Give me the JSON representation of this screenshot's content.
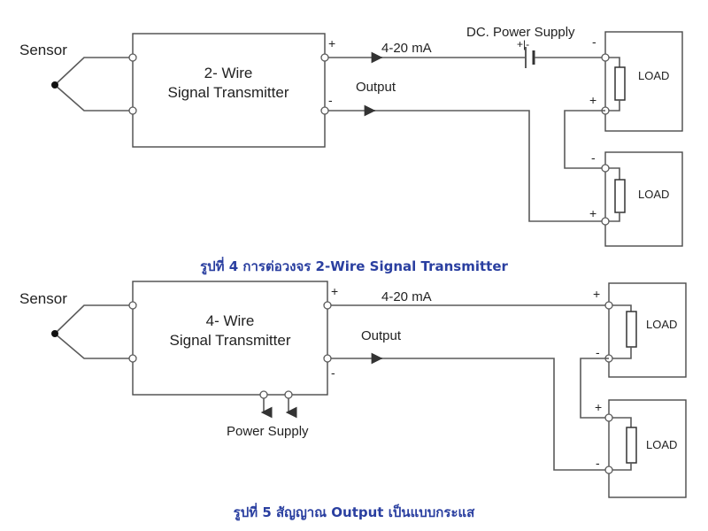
{
  "diagram1": {
    "sensor_label": "Sensor",
    "transmitter_line1": "2- Wire",
    "transmitter_line2": "Signal Transmitter",
    "plus_sign": "+",
    "minus_sign": "-",
    "current_label": "4-20 mA",
    "output_label": "Output",
    "supply_label": "DC. Power Supply",
    "supply_polarity": "+|-",
    "load_label": "LOAD",
    "caption": "รูปที่ 4 การต่อวงจร 2-Wire Signal Transmitter"
  },
  "diagram2": {
    "sensor_label": "Sensor",
    "transmitter_line1": "4- Wire",
    "transmitter_line2": "Signal Transmitter",
    "plus_sign": "+",
    "minus_sign": "-",
    "current_label": "4-20 mA",
    "output_label": "Output",
    "power_supply_label": "Power Supply",
    "load_label": "LOAD",
    "caption": "รูปที่ 5 สัญญาณ Output เป็นแบบกระแส"
  },
  "colors": {
    "caption": "#2a3fa0",
    "wire": "#5a5a5a"
  }
}
